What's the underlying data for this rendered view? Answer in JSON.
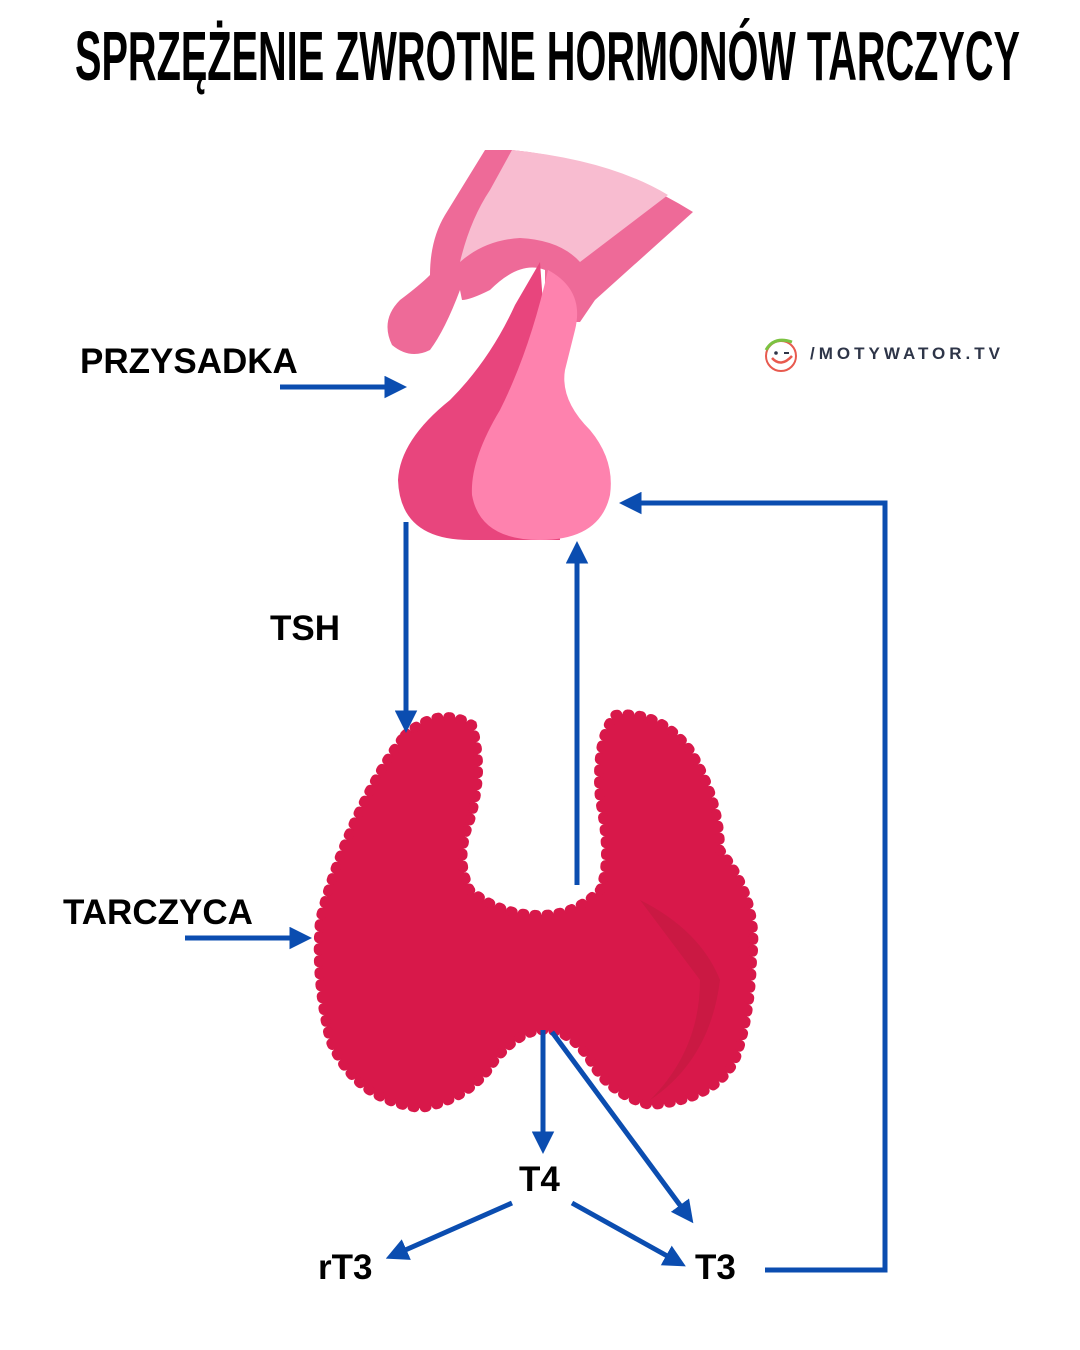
{
  "title": "SPRZĘŻENIE ZWROTNE HORMONÓW TARCZYCY",
  "labels": {
    "pituitary": "PRZYSADKA",
    "tsh": "TSH",
    "thyroid": "TARCZYCA",
    "t4": "T4",
    "rt3": "rT3",
    "t3": "T3"
  },
  "logo": {
    "text": "/MOTYWATOR.TV",
    "icon": "smiley-face-icon"
  },
  "colors": {
    "arrow": "#0b4db0",
    "thyroid": "#d8184a",
    "pituitary_dark": "#e8457d",
    "pituitary_light": "#fe82ae",
    "pituitary_pale": "#f8bcd0"
  }
}
